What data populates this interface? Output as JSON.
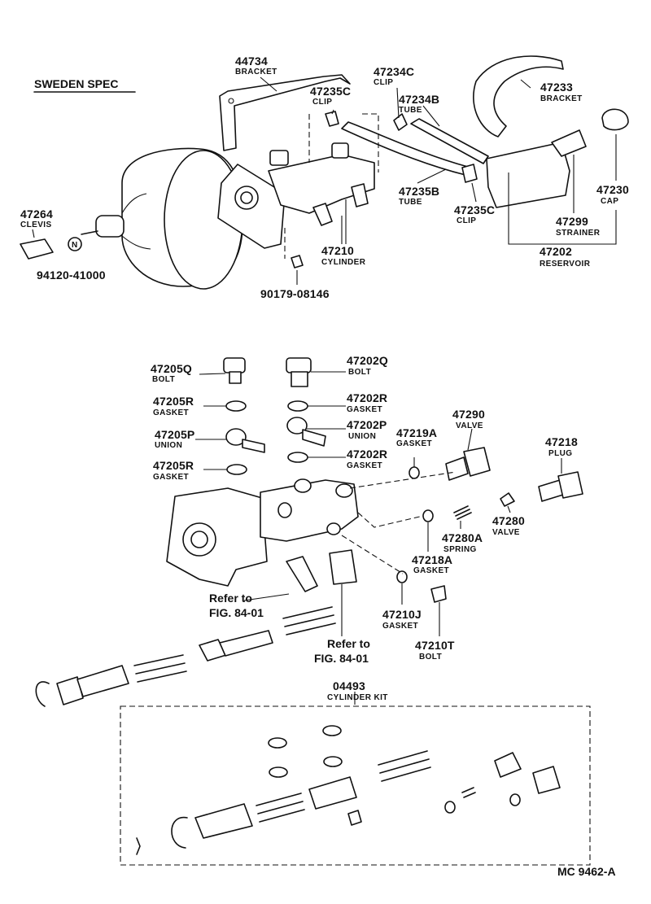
{
  "spec": "SWEDEN SPEC",
  "code": "MC 9462-A",
  "refs": [
    "Refer to",
    "FIG. 84-01",
    "Refer to",
    "FIG. 84-01"
  ],
  "labels": [
    {
      "id": "44734",
      "no": "44734",
      "name": "BRACKET"
    },
    {
      "id": "47235C_top",
      "no": "47235C",
      "name": "CLIP"
    },
    {
      "id": "47234C",
      "no": "47234C",
      "name": "CLIP"
    },
    {
      "id": "47234B",
      "no": "47234B",
      "name": "TUBE"
    },
    {
      "id": "47233",
      "no": "47233",
      "name": "BRACKET"
    },
    {
      "id": "47230",
      "no": "47230",
      "name": "CAP"
    },
    {
      "id": "47264",
      "no": "47264",
      "name": "CLEVIS"
    },
    {
      "id": "94120",
      "no": "94120-41000",
      "name": ""
    },
    {
      "id": "47235B",
      "no": "47235B",
      "name": "TUBE"
    },
    {
      "id": "47235C_low",
      "no": "47235C",
      "name": "CLIP"
    },
    {
      "id": "47299",
      "no": "47299",
      "name": "STRAINER"
    },
    {
      "id": "47202",
      "no": "47202",
      "name": "RESERVOIR"
    },
    {
      "id": "47210",
      "no": "47210",
      "name": "CYLINDER"
    },
    {
      "id": "90179",
      "no": "90179-08146",
      "name": ""
    },
    {
      "id": "47205Q",
      "no": "47205Q",
      "name": "BOLT"
    },
    {
      "id": "47202Q",
      "no": "47202Q",
      "name": "BOLT"
    },
    {
      "id": "47205R_a",
      "no": "47205R",
      "name": "GASKET"
    },
    {
      "id": "47202R_a",
      "no": "47202R",
      "name": "GASKET"
    },
    {
      "id": "47205P",
      "no": "47205P",
      "name": "UNION"
    },
    {
      "id": "47202P",
      "no": "47202P",
      "name": "UNION"
    },
    {
      "id": "47205R_b",
      "no": "47205R",
      "name": "GASKET"
    },
    {
      "id": "47202R_b",
      "no": "47202R",
      "name": "GASKET"
    },
    {
      "id": "47219A",
      "no": "47219A",
      "name": "GASKET"
    },
    {
      "id": "47290",
      "no": "47290",
      "name": "VALVE"
    },
    {
      "id": "47218",
      "no": "47218",
      "name": "PLUG"
    },
    {
      "id": "47280",
      "no": "47280",
      "name": "VALVE"
    },
    {
      "id": "47280A",
      "no": "47280A",
      "name": "SPRING"
    },
    {
      "id": "47218A",
      "no": "47218A",
      "name": "GASKET"
    },
    {
      "id": "47210J",
      "no": "47210J",
      "name": "GASKET"
    },
    {
      "id": "47210T",
      "no": "47210T",
      "name": "BOLT"
    },
    {
      "id": "04493",
      "no": "04493",
      "name": "CYLINDER KIT"
    }
  ]
}
